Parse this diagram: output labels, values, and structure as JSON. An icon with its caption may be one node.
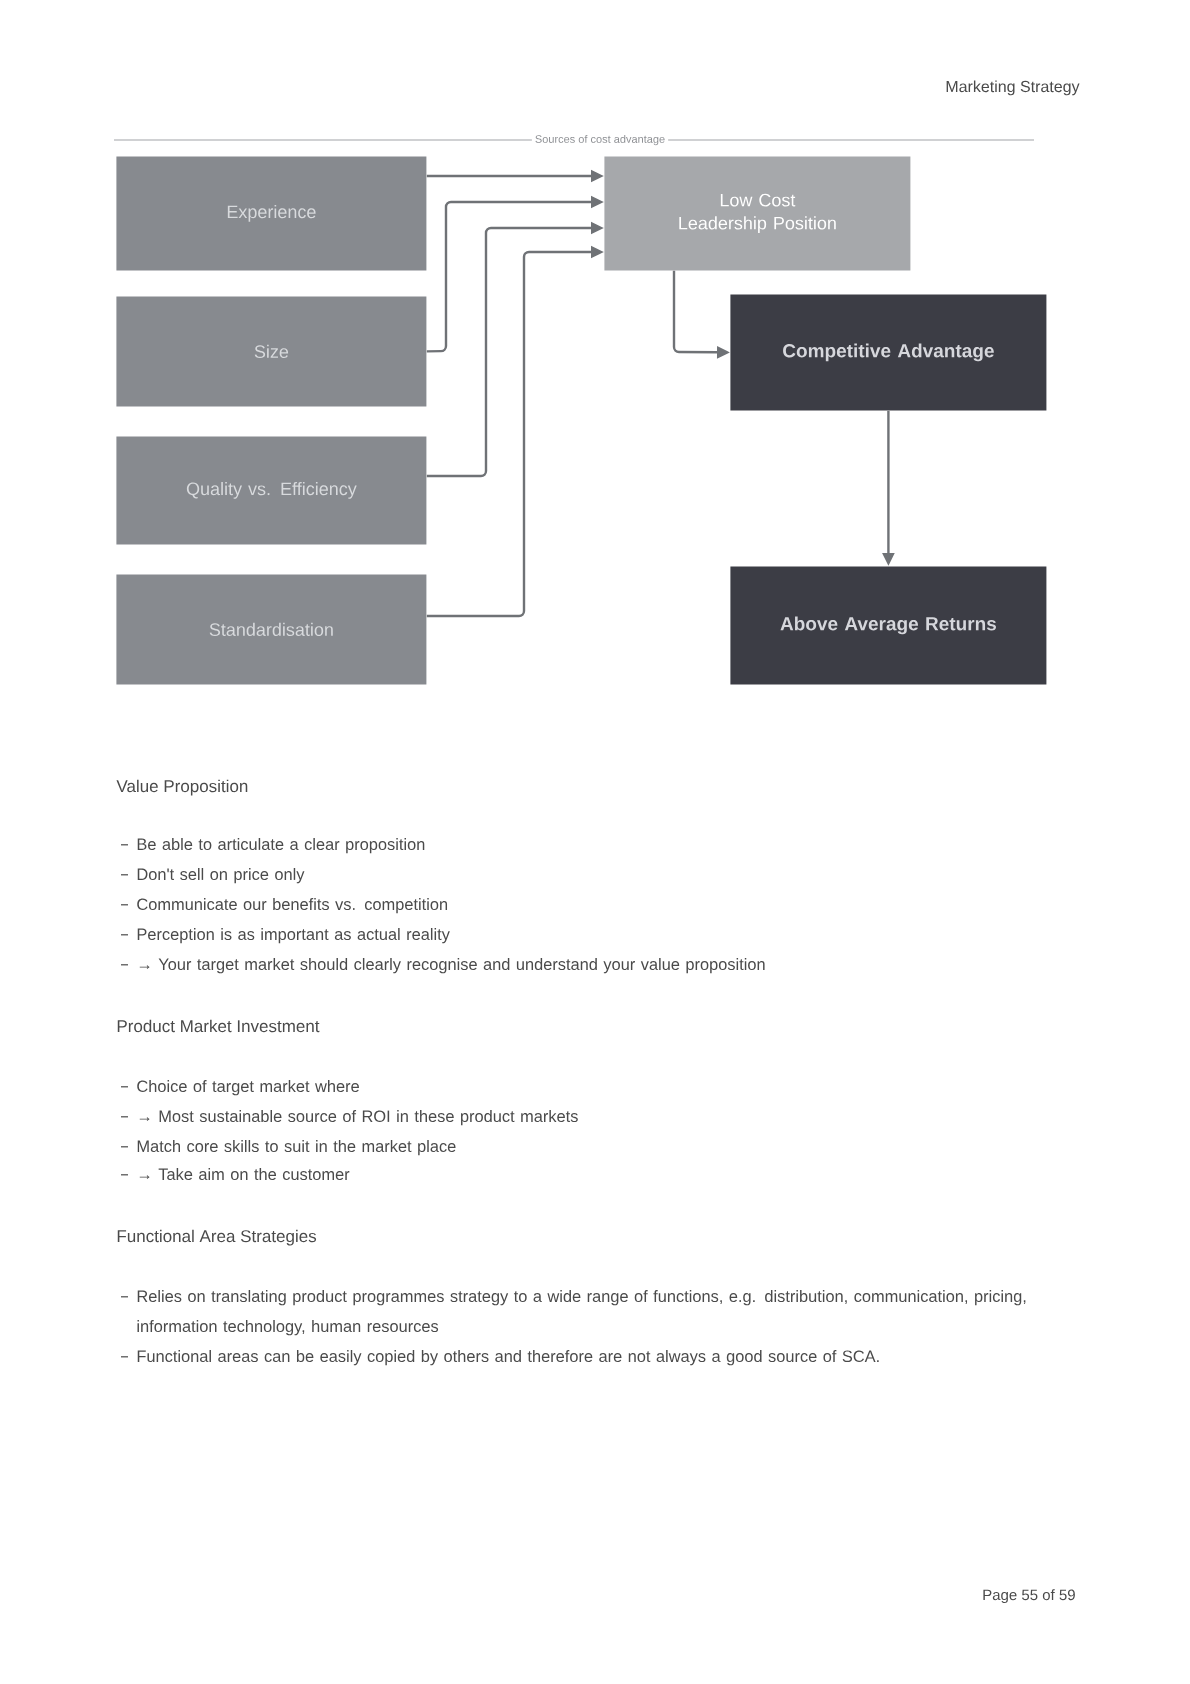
{
  "diagram": {
    "nodes": [
      {
        "text": [
          "Experience"
        ]
      },
      {
        "text": [
          "Size"
        ]
      },
      {
        "text": [
          "Quality vs. Efficiency"
        ]
      },
      {
        "text": [
          "Standardisation"
        ]
      },
      {
        "text": [
          "Low Cost Leadership Position"
        ]
      },
      {
        "text": [
          "Competitive Advantage"
        ]
      },
      {
        "text": [
          "Above Average Returns"
        ]
      }
    ],
    "edges": [
      {
        "from": 0,
        "to": 4,
        "arrow": "to"
      },
      {
        "from": 1,
        "to": 4,
        "arrow": "to"
      },
      {
        "from": 2,
        "to": 4,
        "arrow": "to"
      },
      {
        "from": 3,
        "to": 4,
        "arrow": "to"
      },
      {
        "from": 4,
        "to": 5,
        "arrow": "to"
      },
      {
        "from": 5,
        "to": 6,
        "arrow": "to"
      }
    ],
    "labels": [
      "Marketing Strategy",
      "Sources of cost advantage",
      "Value Proposition",
      "Be able to articulate a clear proposition",
      "Don't sell on price only",
      "Communicate our benefits vs. competition",
      "Perception is as important as actual reality",
      "→ Your target market should clearly recognise and understand your value proposition",
      "Product Market Investment",
      "Choice of target market where",
      "→ Most sustainable source of ROI in these product markets",
      "Match core skills to suit in the market place",
      "→ Take aim on the customer",
      "Functional Area Strategies",
      "Relies on translating product programmes strategy to a wide range of functions, e.g. distribution, communication, pricing, information technology, human resources",
      "Functional areas can be easily copied by others and therefore are not always a good source of SCA.",
      "Page 55 of 59"
    ]
  }
}
